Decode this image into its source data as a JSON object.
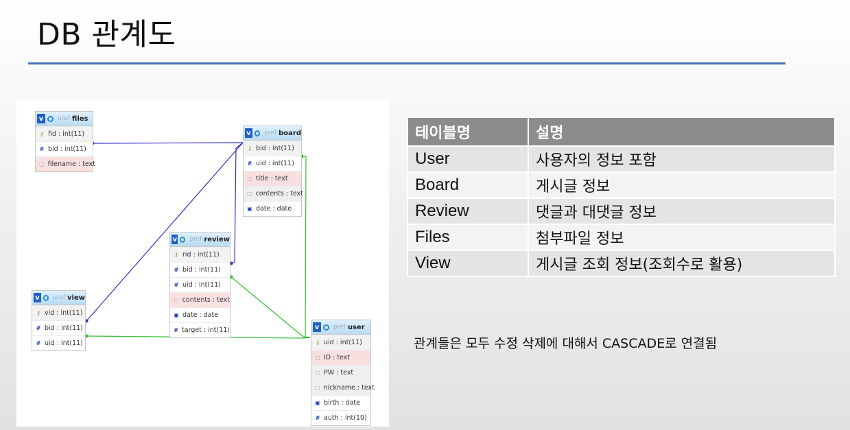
{
  "slide": {
    "title": "DB 관계도"
  },
  "tables": [
    {
      "key": "files",
      "pref": "pref",
      "name": "files",
      "columns": [
        {
          "text": "fid : int(11)",
          "kind": "key"
        },
        {
          "text": "bid : int(11)",
          "kind": "num"
        },
        {
          "text": "filename : text",
          "kind": "str"
        }
      ]
    },
    {
      "key": "board",
      "pref": "pref",
      "name": "board",
      "columns": [
        {
          "text": "bid : int(11)",
          "kind": "key"
        },
        {
          "text": "uid : int(11)",
          "kind": "num"
        },
        {
          "text": "title : text",
          "kind": "str"
        },
        {
          "text": "contents : text",
          "kind": "str"
        },
        {
          "text": "date : date",
          "kind": "dt"
        }
      ]
    },
    {
      "key": "review",
      "pref": "pref",
      "name": "review",
      "columns": [
        {
          "text": "rid : int(11)",
          "kind": "key"
        },
        {
          "text": "bid : int(11)",
          "kind": "num"
        },
        {
          "text": "uid : int(11)",
          "kind": "num"
        },
        {
          "text": "contents : text",
          "kind": "str"
        },
        {
          "text": "date : date",
          "kind": "dt"
        },
        {
          "text": "target : int(11)",
          "kind": "num"
        }
      ]
    },
    {
      "key": "view",
      "pref": "pref",
      "name": "view",
      "columns": [
        {
          "text": "vid : int(11)",
          "kind": "key"
        },
        {
          "text": "bid : int(11)",
          "kind": "num"
        },
        {
          "text": "uid : int(11)",
          "kind": "num"
        }
      ]
    },
    {
      "key": "user",
      "pref": "pref",
      "name": "user",
      "columns": [
        {
          "text": "uid : int(11)",
          "kind": "key"
        },
        {
          "text": "ID : text",
          "kind": "str"
        },
        {
          "text": "PW : text",
          "kind": "str"
        },
        {
          "text": "nickname : text",
          "kind": "str"
        },
        {
          "text": "birth : date",
          "kind": "dt"
        },
        {
          "text": "auth : int(10)",
          "kind": "num"
        }
      ]
    }
  ],
  "info_table": {
    "headers": [
      "테이블명",
      "설명"
    ],
    "rows": [
      [
        "User",
        "사용자의 정보 포함"
      ],
      [
        "Board",
        "게시글 정보"
      ],
      [
        "Review",
        "댓글과 대댓글 정보"
      ],
      [
        "Files",
        "첨부파일 정보"
      ],
      [
        "View",
        "게시글 조회 정보(조회수로 활용)"
      ]
    ]
  },
  "note": "관계들은 모두 수정 삭제에 대해서 CASCADE로 연결됨",
  "colors": {
    "rule": "#4a74b8",
    "link_blue": "#3030c8",
    "link_green": "#30c030",
    "header_gray": "#8c8c8c"
  }
}
